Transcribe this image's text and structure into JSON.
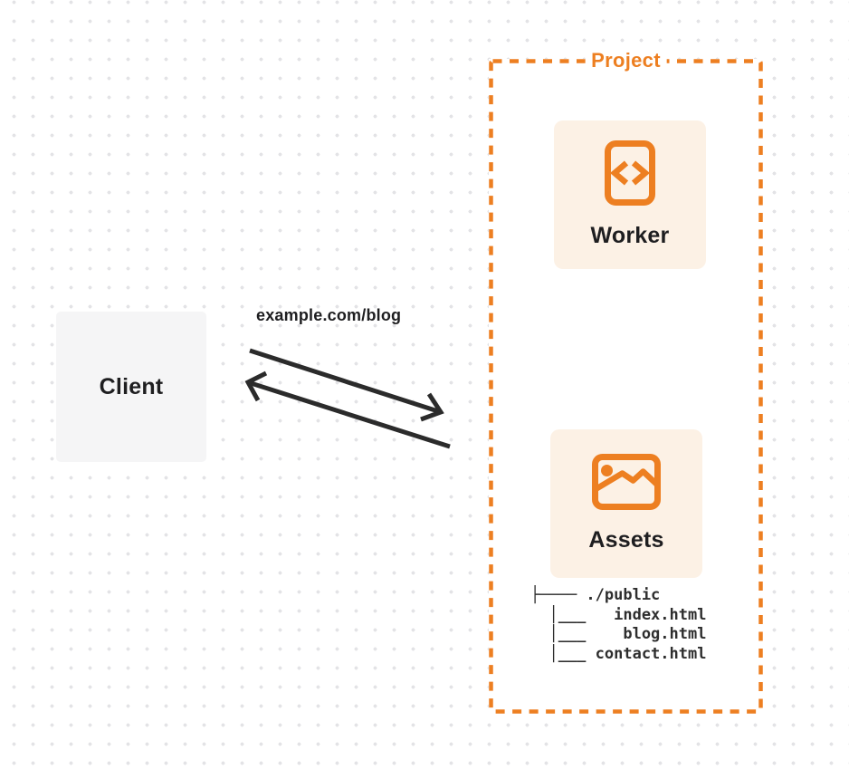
{
  "colors": {
    "page-bg": "#ffffff",
    "dot": "#e3e3e6",
    "ink": "#1e1e20",
    "arrow": "#2b2b2b",
    "accent": "#ed7f21",
    "card-bg": "#fcf1e5",
    "client-bg": "#f5f5f6",
    "tree-ink": "#2e2e2e"
  },
  "client": {
    "label": "Client"
  },
  "request": {
    "label": "example.com/blog"
  },
  "project": {
    "title": "Project",
    "cards": [
      {
        "label": "Worker",
        "icon": "code-file-icon"
      },
      {
        "label": "Assets",
        "icon": "image-icon"
      }
    ],
    "file_tree": [
      "├──── ./public",
      "  │___   index.html",
      "  │___    blog.html",
      "  │___ contact.html"
    ]
  }
}
